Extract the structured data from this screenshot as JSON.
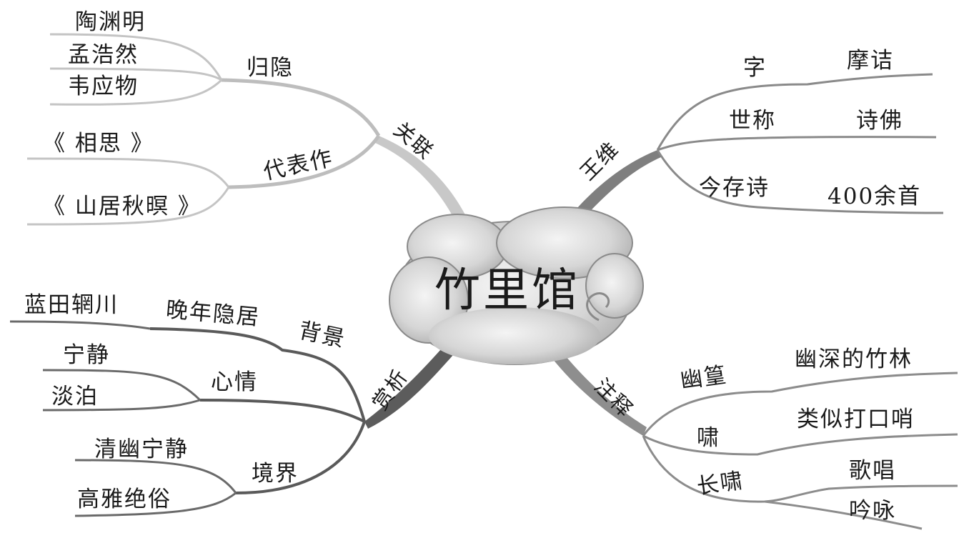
{
  "center": "竹里馆",
  "branches": {
    "guanlian": {
      "label": "关联",
      "guiyin": {
        "label": "归隐",
        "items": [
          "陶渊明",
          "孟浩然",
          "韦应物"
        ]
      },
      "daibiaozuo": {
        "label": "代表作",
        "items": [
          "《 相思 》",
          "《 山居秋暝 》"
        ]
      }
    },
    "wangwei": {
      "label": "王维",
      "rows": [
        {
          "key": "字",
          "value": "摩诘"
        },
        {
          "key": "世称",
          "value": "诗佛"
        },
        {
          "key": "今存诗",
          "value": "400余首"
        }
      ]
    },
    "shangxi": {
      "label": "赏析",
      "beijing": {
        "label": "背景",
        "items": [
          "晚年隐居",
          "蓝田辋川"
        ]
      },
      "xinqing": {
        "label": "心情",
        "items": [
          "宁静",
          "淡泊"
        ]
      },
      "jingjie": {
        "label": "境界",
        "items": [
          "清幽宁静",
          "高雅绝俗"
        ]
      }
    },
    "zhushi": {
      "label": "注释",
      "rows": [
        {
          "key": "幽篁",
          "values": [
            "幽深的竹林"
          ]
        },
        {
          "key": "啸",
          "values": [
            "类似打口哨"
          ]
        },
        {
          "key": "长啸",
          "values": [
            "歌唱",
            "吟咏"
          ]
        }
      ]
    }
  }
}
